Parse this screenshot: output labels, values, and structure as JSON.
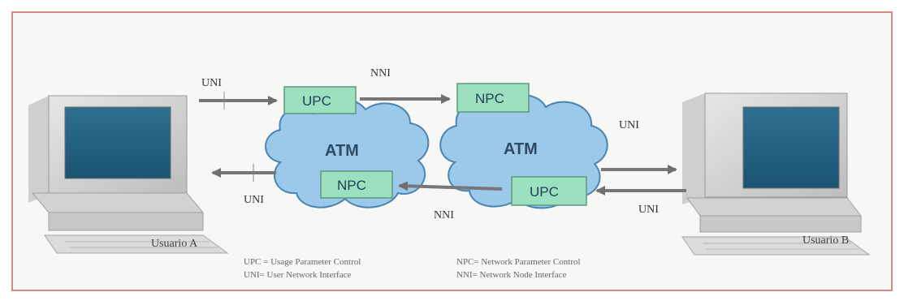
{
  "diagram": {
    "links": {
      "uni_top_left": "UNI",
      "nni_top": "NNI",
      "uni_right_top": "UNI",
      "uni_bottom_left": "UNI",
      "nni_bottom": "NNI",
      "uni_bottom_right": "UNI"
    },
    "clouds": {
      "left": "ATM",
      "right": "ATM"
    },
    "boxes": {
      "left_top": "UPC",
      "left_bottom": "NPC",
      "right_top": "NPC",
      "right_bottom": "UPC"
    },
    "users": {
      "a": "Usuario A",
      "b": "Usuario B"
    },
    "legend": {
      "upc": "UPC = Usage Parameter Control",
      "uni": "UNI= User Network Interface",
      "npc": "NPC= Network Parameter Control",
      "nni": "NNI= Network Node Interface"
    },
    "colors": {
      "border": "#d98a86",
      "box_fill": "#9de0c0",
      "cloud_fill": "#9cc9ea",
      "arrow": "#777777"
    }
  }
}
